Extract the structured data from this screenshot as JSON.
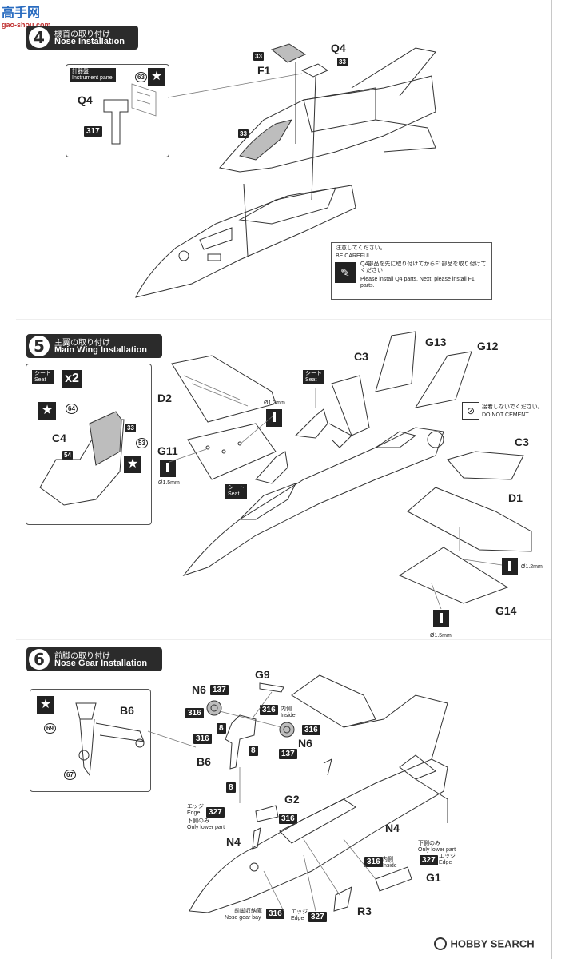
{
  "watermark": {
    "cn": "高手网",
    "url": "gao-shou.com"
  },
  "steps": {
    "s4": {
      "num": "4",
      "jp": "機首の取り付け",
      "en": "Nose Installation"
    },
    "s5": {
      "num": "5",
      "jp": "主翼の取り付け",
      "en": "Main Wing Installation"
    },
    "s6": {
      "num": "6",
      "jp": "前脚の取り付け",
      "en": "Nose Gear Installation"
    }
  },
  "step4": {
    "inset_jp": "計器盤",
    "inset_en": "Instrument panel",
    "inset_q4": "Q4",
    "inset_63": "63",
    "inset_317": "317",
    "f1": "F1",
    "q4": "Q4",
    "n33a": "33",
    "n33b": "33",
    "n33c": "33",
    "note_jp": "注意してください。",
    "note_en": "BE CAREFUL",
    "note_body_jp": "Q4部品を先に取り付けてからF1部品を取り付けてください",
    "note_body_en": "Please install Q4 parts. Next, please install F1 parts."
  },
  "step5": {
    "seat_jp": "シート",
    "seat_en": "Seat",
    "x2": "x2",
    "c4": "C4",
    "n54": "54",
    "n64": "64",
    "n33": "33",
    "n53": "53",
    "d2": "D2",
    "g11": "G11",
    "d12": "Ø1.2mm",
    "d15": "Ø1.5mm",
    "seat2_jp": "シート",
    "seat2_en": "Seat",
    "seat3_jp": "シート",
    "seat3_en": "Seat",
    "c3a": "C3",
    "g13": "G13",
    "g12": "G12",
    "nocement_jp": "接着しないでください。",
    "nocement_en": "DO NOT CEMENT",
    "c3b": "C3",
    "d1": "D1",
    "d12b": "Ø1.2mm",
    "g14": "G14",
    "d15b": "Ø1.5mm"
  },
  "step6": {
    "b6a": "B6",
    "n69": "69",
    "n67": "67",
    "n6a": "N6",
    "n137a": "137",
    "n316a": "316",
    "n8a": "8",
    "g9": "G9",
    "n316b": "316",
    "inside_jp": "内側",
    "inside_en": "Inside",
    "n316c": "316",
    "n8b": "8",
    "n316d": "316",
    "n6b": "N6",
    "n137b": "137",
    "b6b": "B6",
    "n8c": "8",
    "edge_jp": "エッジ",
    "edge_en": "Edge",
    "lower_jp": "下側のみ",
    "lower_en": "Only lower part",
    "n327a": "327",
    "g2": "G2",
    "n316e": "316",
    "n4a": "N4",
    "n4b": "N4",
    "lower2_jp": "下側のみ",
    "lower2_en": "Only lower part",
    "edge2_jp": "エッジ",
    "edge2_en": "Edge",
    "n327b": "327",
    "inside2_jp": "内側",
    "inside2_en": "Inside",
    "n316f": "316",
    "g1": "G1",
    "bay_jp": "前脚収納庫",
    "bay_en": "Nose gear bay",
    "n316g": "316",
    "edge3_jp": "エッジ",
    "edge3_en": "Edge",
    "n327c": "327",
    "r3": "R3"
  },
  "footer": {
    "brand": "HOBBY SEARCH"
  }
}
